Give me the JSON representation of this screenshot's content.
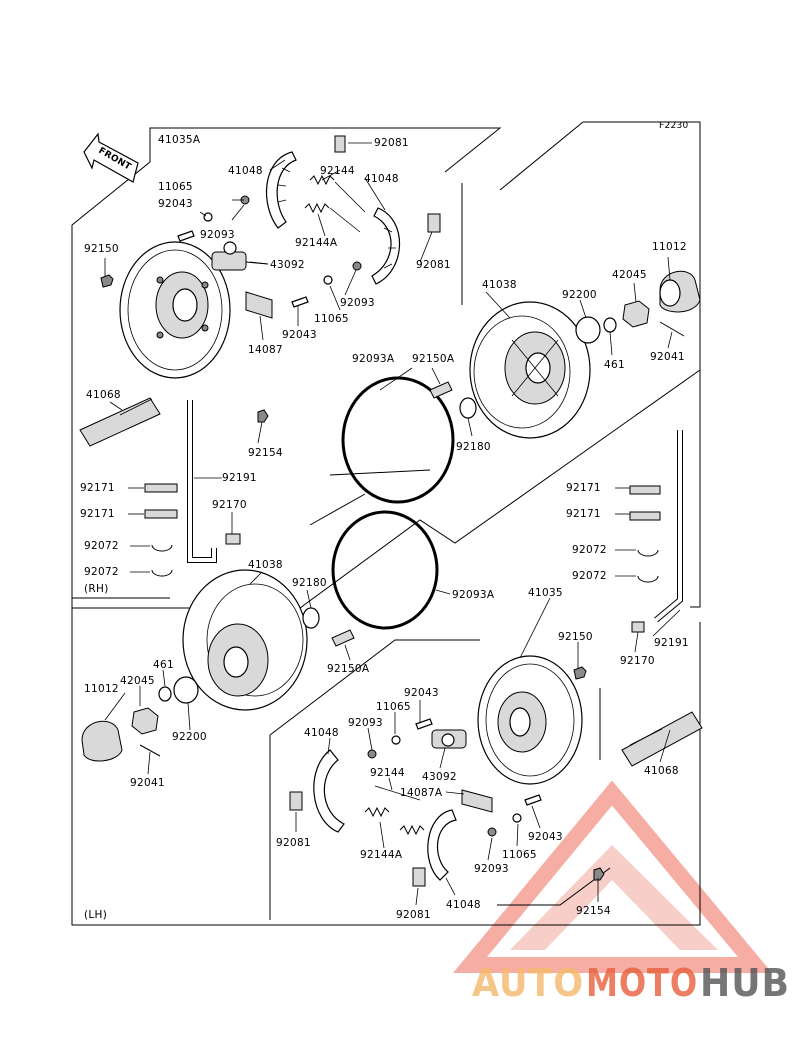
{
  "figure_code": "F2230",
  "front_label": "FRONT",
  "side_labels": {
    "rh": "(RH)",
    "lh": "(LH)"
  },
  "parts_rh": {
    "p41035a": "41035A",
    "p92081a": "92081",
    "p41048a": "41048",
    "p92144a": "92144",
    "p41048b": "41048",
    "p11065a": "11065",
    "p92043a": "92043",
    "p92093a": "92093",
    "p92144aa": "92144A",
    "p92081b": "92081",
    "p92150a": "92150",
    "p43092": "43092",
    "p92043b": "92043",
    "p11065b": "11065",
    "p92093b": "92093",
    "p14087": "14087",
    "p41038": "41038",
    "p92200": "92200",
    "p42045": "42045",
    "p11012": "11012",
    "p461": "461",
    "p92041": "92041",
    "p41068": "41068",
    "p92093aa": "92093A",
    "p92150aa": "92150A",
    "p92180": "92180",
    "p92154": "92154",
    "p92191": "92191",
    "p92171a": "92171",
    "p92171b": "92171",
    "p92170": "92170",
    "p92072a": "92072",
    "p92072b": "92072"
  },
  "parts_lh": {
    "p41038": "41038",
    "p92180": "92180",
    "p92093aa": "92093A",
    "p41035": "41035",
    "p92171a": "92171",
    "p92171b": "92171",
    "p92072a": "92072",
    "p92072b": "92072",
    "p92150": "92150",
    "p92191": "92191",
    "p92170": "92170",
    "p461": "461",
    "p42045": "42045",
    "p11012": "11012",
    "p92150aa": "92150A",
    "p92200": "92200",
    "p92043a": "92043",
    "p11065a": "11065",
    "p92093a": "92093",
    "p41048a": "41048",
    "p41068": "41068",
    "p92041": "92041",
    "p92144": "92144",
    "p43092": "43092",
    "p14087a": "14087A",
    "p92081a": "92081",
    "p92043b": "92043",
    "p92144a": "92144A",
    "p11065b": "11065",
    "p92093b": "92093",
    "p92154": "92154",
    "p92081b": "92081",
    "p41048b": "41048"
  },
  "watermark": {
    "auto": "AUTO",
    "moto": "MOTO",
    "hub": "HUB"
  },
  "colors": {
    "line": "#000000",
    "watermark_red": "#e8603c",
    "watermark_orange": "#f5b96b",
    "watermark_gray": "#555555"
  }
}
